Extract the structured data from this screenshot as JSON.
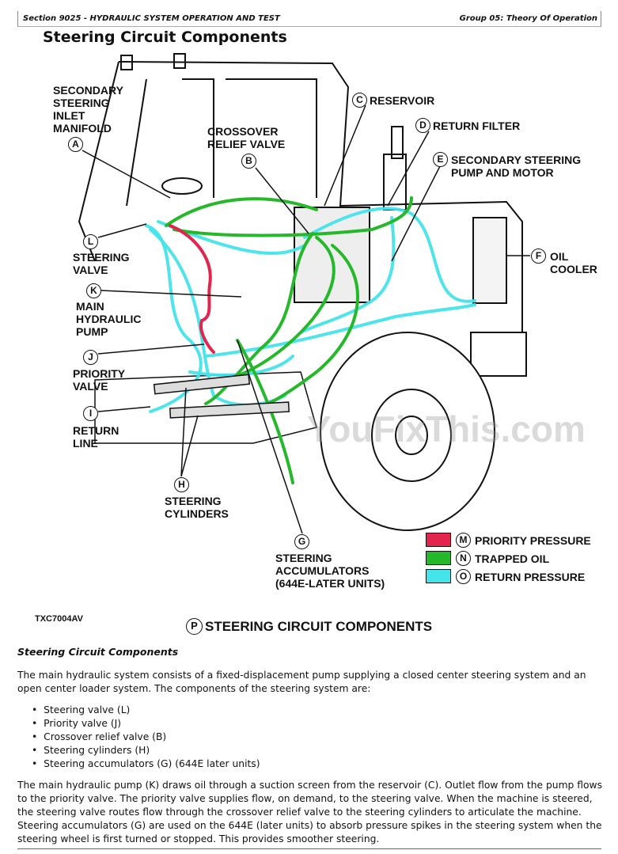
{
  "header": {
    "section": "Section 9025 - HYDRAULIC SYSTEM OPERATION AND TEST",
    "group": "Group 05: Theory Of Operation"
  },
  "page_title": "Steering Circuit Components",
  "diagram": {
    "callouts": [
      {
        "letter": "A",
        "label": "SECONDARY\nSTEERING\nINLET\nMANIFOLD"
      },
      {
        "letter": "B",
        "label": "CROSSOVER\nRELIEF VALVE"
      },
      {
        "letter": "C",
        "label": "RESERVOIR"
      },
      {
        "letter": "D",
        "label": "RETURN FILTER"
      },
      {
        "letter": "E",
        "label": "SECONDARY STEERING\nPUMP AND MOTOR"
      },
      {
        "letter": "F",
        "label": "OIL\nCOOLER"
      },
      {
        "letter": "L",
        "label": "STEERING\nVALVE"
      },
      {
        "letter": "K",
        "label": "MAIN\nHYDRAULIC\nPUMP"
      },
      {
        "letter": "J",
        "label": "PRIORITY\nVALVE"
      },
      {
        "letter": "I",
        "label": "RETURN\nLINE"
      },
      {
        "letter": "H",
        "label": "STEERING\nCYLINDERS"
      },
      {
        "letter": "G",
        "label": "STEERING\nACCUMULATORS\n(644E-LATER UNITS)"
      }
    ],
    "legend": [
      {
        "letter": "M",
        "label": "PRIORITY PRESSURE",
        "color": "#e3254d"
      },
      {
        "letter": "N",
        "label": "TRAPPED OIL",
        "color": "#25b82a"
      },
      {
        "letter": "O",
        "label": "RETURN PRESSURE",
        "color": "#45e3ea"
      }
    ],
    "watermark": "YouFixThis.com",
    "figure_id": "TXC7004AV",
    "caption_letter": "P",
    "caption": "STEERING CIRCUIT COMPONENTS"
  },
  "content": {
    "heading": "Steering Circuit Components",
    "intro": "The main hydraulic system consists of a fixed-displacement pump supplying a closed center steering system and an open center loader system. The components of the steering system are:",
    "components": [
      "Steering valve (L)",
      "Priority valve (J)",
      "Crossover relief valve (B)",
      "Steering cylinders (H)",
      "Steering accumulators (G) (644E later units)"
    ],
    "description": "The main hydraulic pump (K) draws oil through a suction screen from the reservoir (C). Outlet flow from the pump flows to the priority valve. The priority valve supplies flow, on demand, to the steering valve. When the machine is steered, the steering valve routes flow through the crossover relief valve to the steering cylinders to articulate the machine. Steering accumulators (G) are used on the 644E (later units) to absorb pressure spikes in the steering system when the steering wheel is first turned or stopped. This provides smoother steering."
  }
}
